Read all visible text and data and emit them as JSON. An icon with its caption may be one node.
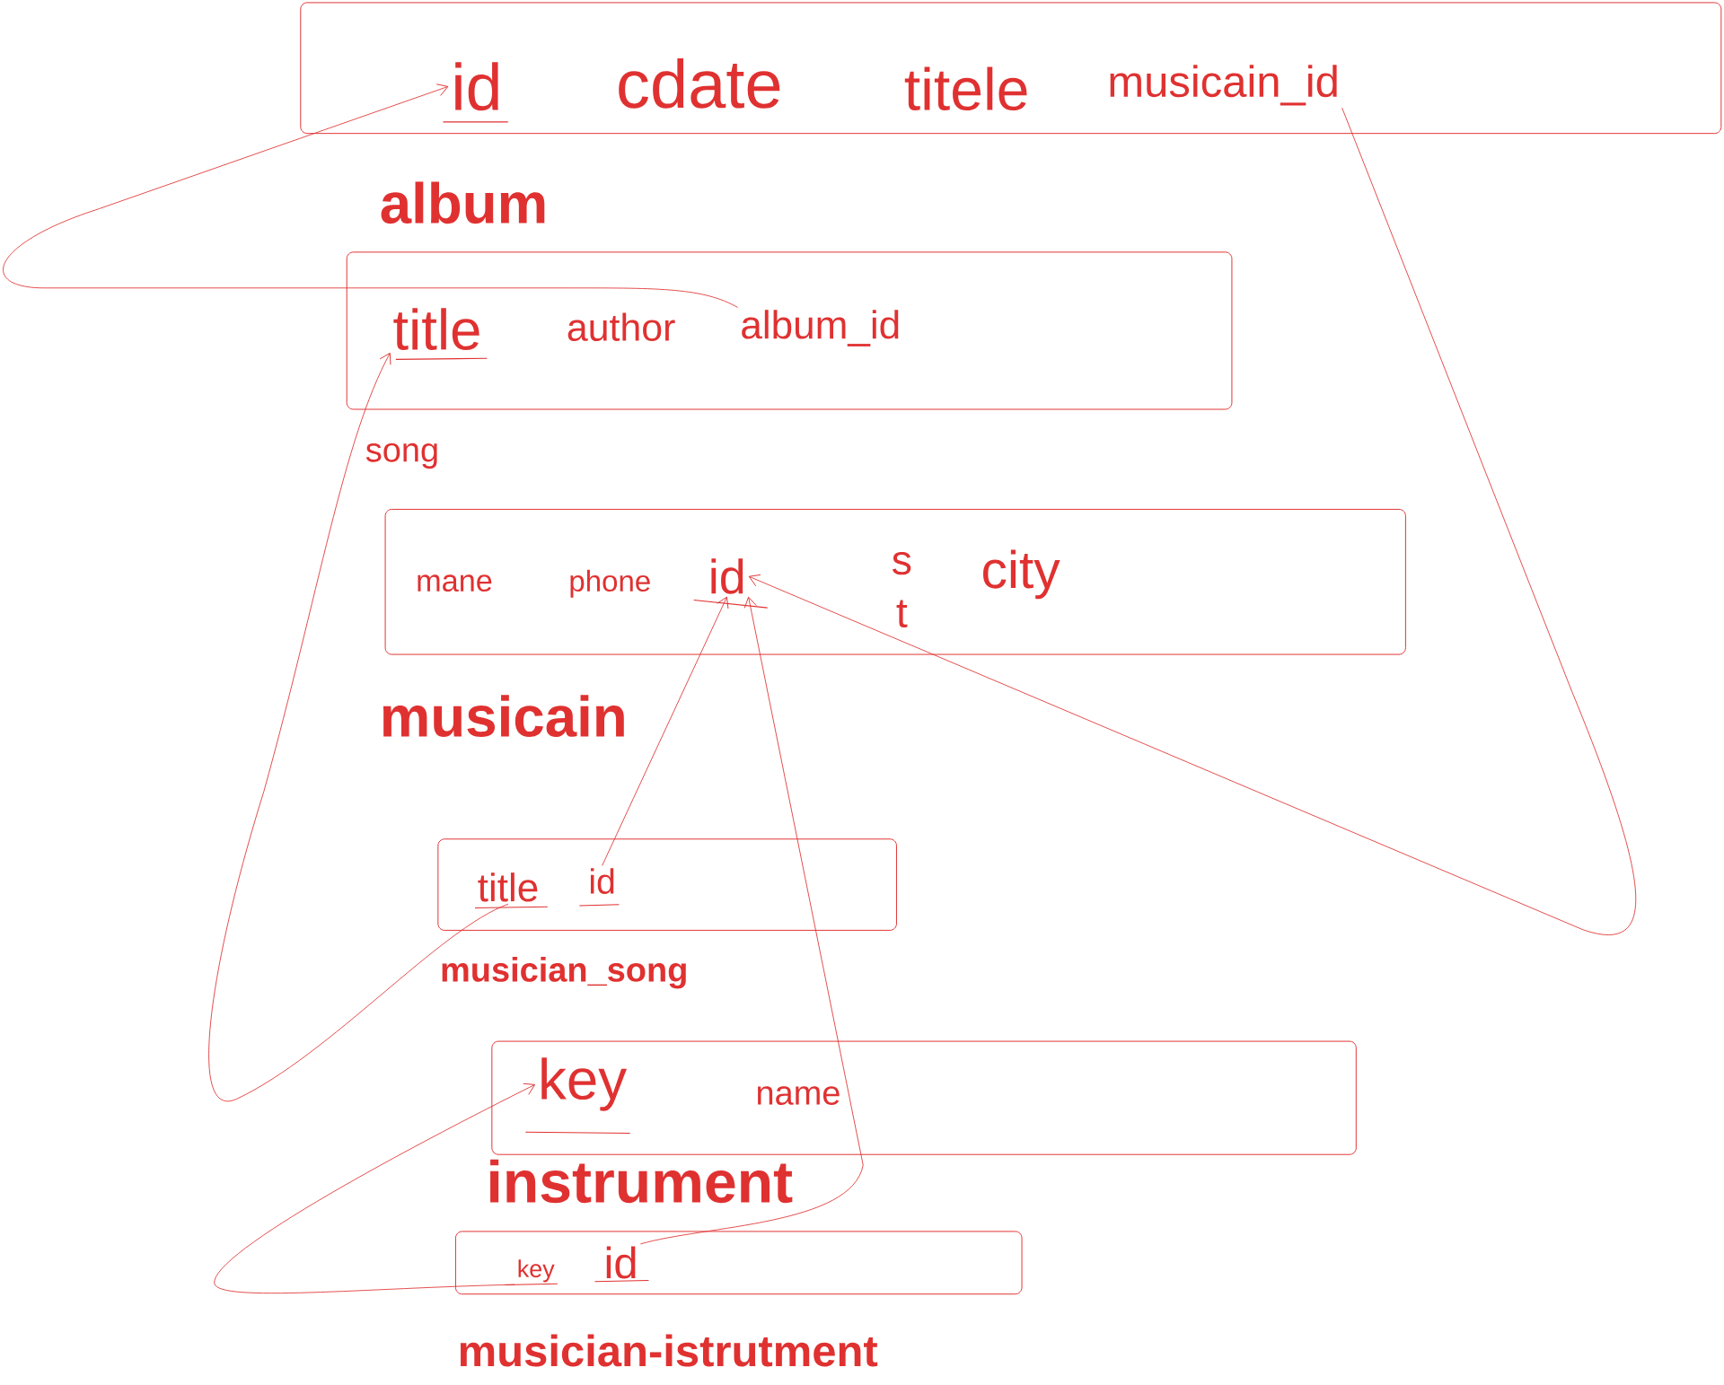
{
  "diagram": {
    "nodes": [
      {
        "text": [
          "cdate",
          "titele",
          "album"
        ]
      },
      {
        "text": [
          "id"
        ],
        "in": 0
      },
      {
        "text": [
          "musicain_id"
        ],
        "in": 0
      },
      {
        "text": [
          "author",
          "song"
        ]
      },
      {
        "text": [
          "title"
        ],
        "in": 3
      },
      {
        "text": [
          "album_id"
        ],
        "in": 3
      },
      {
        "text": [
          "mane",
          "phone",
          "s t",
          "city",
          "musicain"
        ]
      },
      {
        "text": [
          "id"
        ],
        "in": 6
      },
      {
        "text": [
          "musician_song"
        ]
      },
      {
        "text": [
          "title"
        ],
        "in": 8
      },
      {
        "text": [
          "id"
        ],
        "in": 8
      },
      {
        "text": [
          "name",
          "instrument"
        ]
      },
      {
        "text": [
          "key"
        ],
        "in": 11
      },
      {
        "text": [
          "musician-istrutment"
        ]
      },
      {
        "text": [
          "key"
        ],
        "in": 13
      },
      {
        "text": [
          "id"
        ],
        "in": 13
      }
    ],
    "edges": [
      {
        "from": 5,
        "to": 1,
        "arrow": "to"
      },
      {
        "from": 2,
        "to": 7,
        "arrow": "to"
      },
      {
        "from": 9,
        "to": 4,
        "arrow": "to"
      },
      {
        "from": 10,
        "to": 7,
        "arrow": "to"
      },
      {
        "from": 15,
        "to": 7,
        "arrow": "to"
      },
      {
        "from": 14,
        "to": 12,
        "arrow": "to"
      }
    ]
  }
}
